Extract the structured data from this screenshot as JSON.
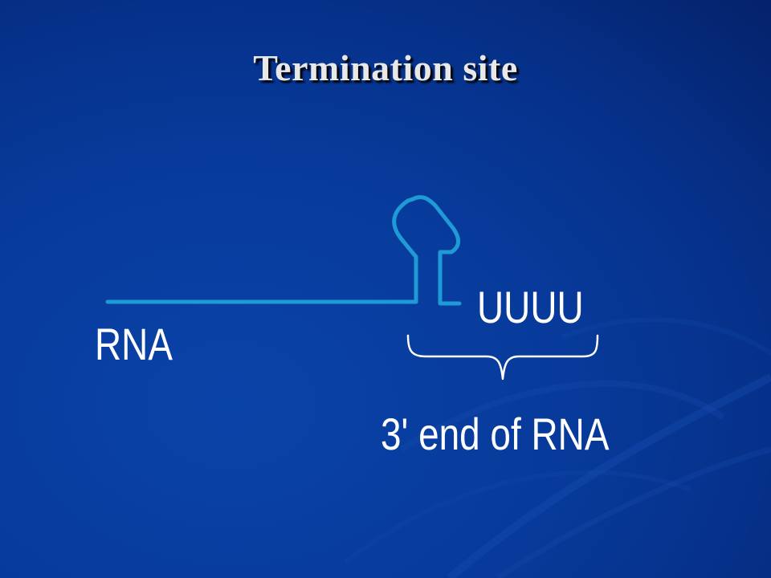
{
  "title": "Termination site",
  "labels": {
    "rna": "RNA",
    "poly_u": "UUUU",
    "three_prime": "3' end of RNA"
  },
  "colors": {
    "background": "#073a9a",
    "strand": "#1e9bd7",
    "text": "#ffffff",
    "title": "#e8e8e8"
  }
}
